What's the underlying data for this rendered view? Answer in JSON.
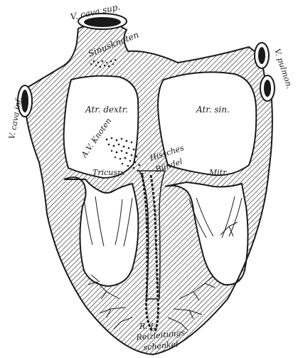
{
  "labels": {
    "v_cava_sup": "V. cava sup.",
    "sinusknoten": "Sinusknoten",
    "v_pulmon": "V. pulmon.",
    "v_cava_inf": "V. cava inf.",
    "atr_dextr": "Atr. dextr.",
    "atr_sin": "Atr. sin.",
    "av_knoten": "A.V. Knoten",
    "hissches": "Hissches",
    "buendel": "Bündel",
    "tricusp": "Tricusp.",
    "mitr": "Mitr.",
    "r_l": "R.  L.",
    "reizleitungs": "Reizleitungs-",
    "schenkel": "schenkel"
  },
  "colors": {
    "ink": "#1a1a1a",
    "hatch": "#3a3a3a",
    "paper": "#ffffff"
  }
}
